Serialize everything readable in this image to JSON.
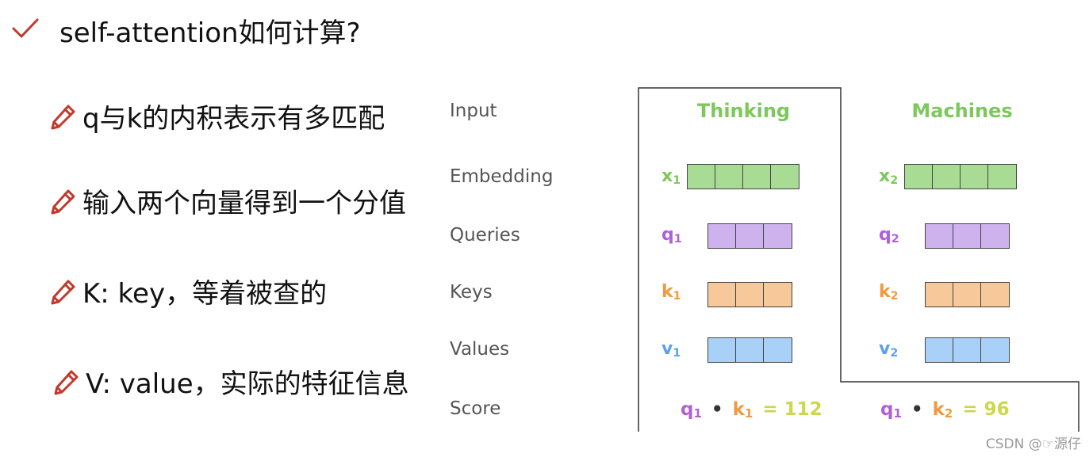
{
  "title": "self-attention如何计算?",
  "bullets": [
    "q与k的内积表示有多匹配",
    "输入两个向量得到一个分值",
    "K: key，等着被查的",
    "V: value，实际的特征信息"
  ],
  "row_labels": {
    "input": "Input",
    "embedding": "Embedding",
    "queries": "Queries",
    "keys": "Keys",
    "values": "Values",
    "score": "Score"
  },
  "columns": [
    {
      "word": "Thinking",
      "x_name": "x",
      "x_sub": "1",
      "q_name": "q",
      "q_sub": "1",
      "k_name": "k",
      "k_sub": "1",
      "v_name": "v",
      "v_sub": "1",
      "score": {
        "q": "q",
        "q_sub": "1",
        "dot": "•",
        "k": "k",
        "k_sub": "1",
        "eq": "=",
        "value": "112"
      }
    },
    {
      "word": "Machines",
      "x_name": "x",
      "x_sub": "2",
      "q_name": "q",
      "q_sub": "2",
      "k_name": "k",
      "k_sub": "2",
      "v_name": "v",
      "v_sub": "2",
      "score": {
        "q": "q",
        "q_sub": "1",
        "dot": "•",
        "k": "k",
        "k_sub": "2",
        "eq": "=",
        "value": "96"
      }
    }
  ],
  "colors": {
    "word": "#7cc85a",
    "embedding": "#a8dc94",
    "query": "#ceb2ee",
    "key": "#f7c99a",
    "value": "#a9d1f7",
    "q_text": "#b15fd6",
    "k_text": "#ef9a3e",
    "v_text": "#5ba2e8",
    "score_value": "#cbd84a",
    "icon": "#c0392b"
  },
  "watermark": "CSDN @☞源仔"
}
